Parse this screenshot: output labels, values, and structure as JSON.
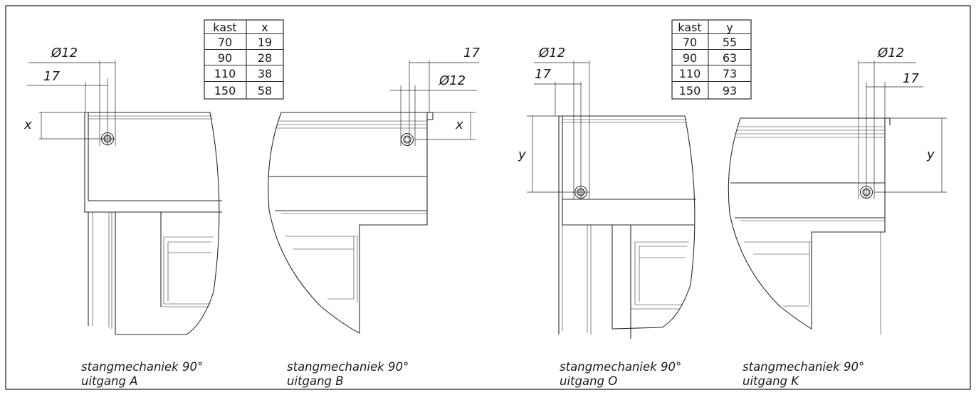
{
  "tables": {
    "x_table": {
      "header": [
        "kast",
        "x"
      ],
      "rows": [
        [
          "70",
          "19"
        ],
        [
          "90",
          "28"
        ],
        [
          "110",
          "38"
        ],
        [
          "150",
          "58"
        ]
      ]
    },
    "y_table": {
      "header": [
        "kast",
        "y"
      ],
      "rows": [
        [
          "70",
          "55"
        ],
        [
          "90",
          "63"
        ],
        [
          "110",
          "73"
        ],
        [
          "150",
          "93"
        ]
      ]
    }
  },
  "views": {
    "A": {
      "diameter": "Ø12",
      "offset": "17",
      "var": "x",
      "caption1": "stangmechaniek 90°",
      "caption2": "uitgang A"
    },
    "B": {
      "diameter": "Ø12",
      "offset": "17",
      "var": "x",
      "caption1": "stangmechaniek 90°",
      "caption2": "uitgang B"
    },
    "O": {
      "diameter": "Ø12",
      "offset": "17",
      "var": "y",
      "caption1": "stangmechaniek 90°",
      "caption2": "uitgang O"
    },
    "K": {
      "diameter": "Ø12",
      "offset": "17",
      "var": "y",
      "caption1": "stangmechaniek 90°",
      "caption2": "uitgang K"
    }
  }
}
